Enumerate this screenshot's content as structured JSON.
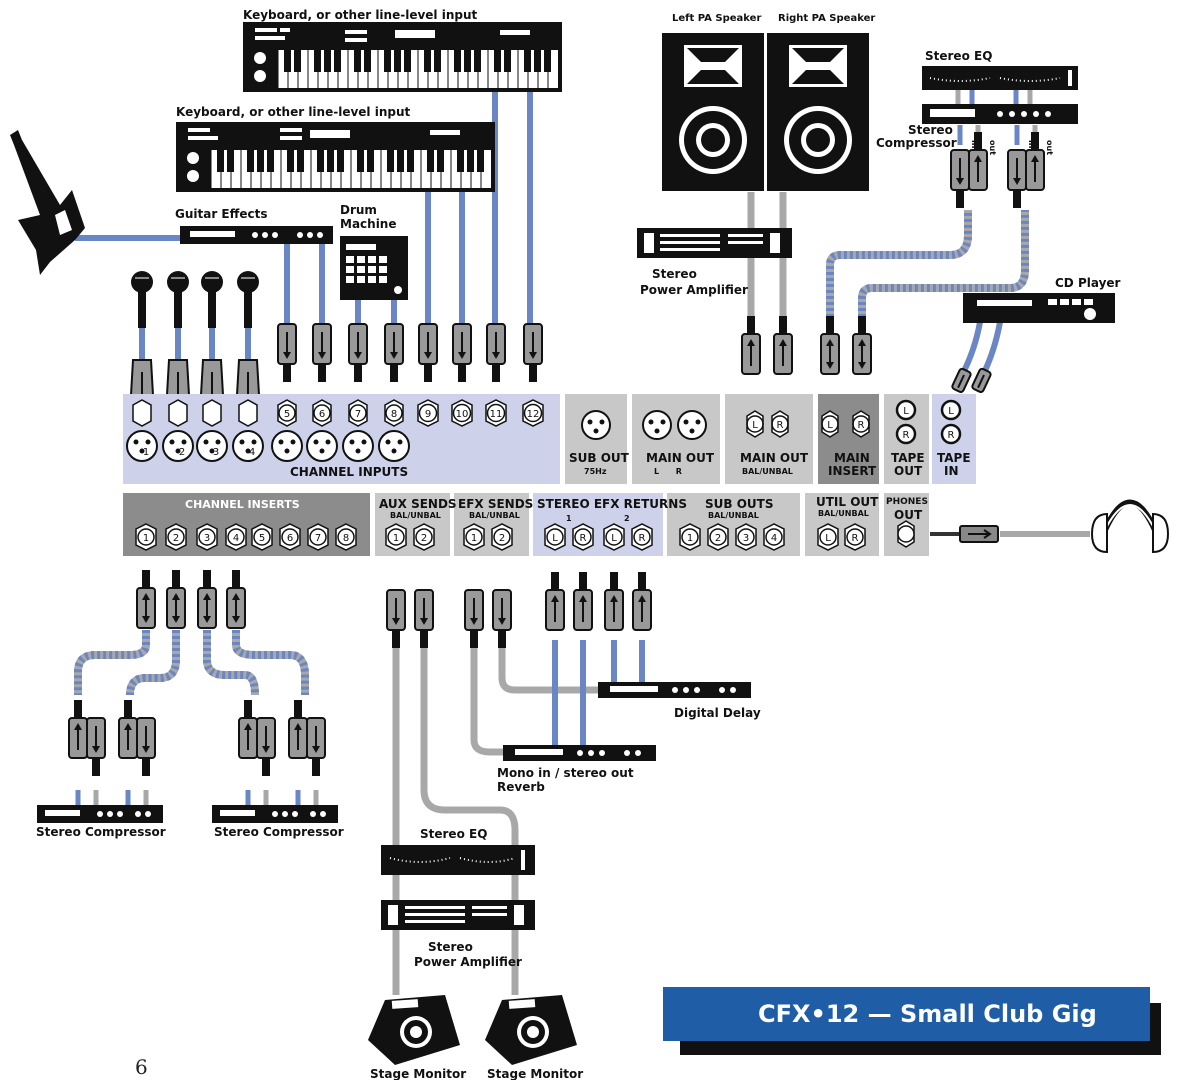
{
  "labels": {
    "keyboard_top": "Keyboard, or other line-level input",
    "keyboard_mid": "Keyboard, or other line-level input",
    "guitar_effects": "Guitar Effects",
    "drum_machine_1": "Drum",
    "drum_machine_2": "Machine",
    "left_pa": "Left PA Speaker",
    "right_pa": "Right PA Speaker",
    "stereo_eq_top": "Stereo EQ",
    "stereo_comp_top_1": "Stereo",
    "stereo_comp_top_2": "Compressor",
    "stereo_power_amp_1": "Stereo",
    "stereo_power_amp_2": "Power Amplifier",
    "cd_player": "CD Player",
    "in": "in",
    "out": "out",
    "stereo_compressor": "Stereo Compressor",
    "digital_delay": "Digital Delay",
    "reverb_1": "Mono in / stereo out",
    "reverb_2": "Reverb",
    "stereo_eq_bottom": "Stereo EQ",
    "bottom_amp_1": "Stereo",
    "bottom_amp_2": "Power Amplifier",
    "stage_monitor": "Stage Monitor"
  },
  "mixer": {
    "channel_inputs": "CHANNEL INPUTS",
    "sub_out": "SUB OUT",
    "sub_out_freq": "75Hz",
    "main_out_xlr": "MAIN OUT",
    "lr": "L      R",
    "main_out": "MAIN OUT",
    "bal_unbal": "BAL/UNBAL",
    "main_insert_1": "MAIN",
    "main_insert_2": "INSERT",
    "tape_out_1": "TAPE",
    "tape_out_2": "OUT",
    "tape_in_1": "TAPE",
    "tape_in_2": "IN",
    "channel_inserts": "CHANNEL INSERTS",
    "aux_sends": "AUX SENDS",
    "efx_sends": "EFX SENDS",
    "stereo_efx_returns": "STEREO EFX RETURNS",
    "sub_outs": "SUB OUTS",
    "util_out": "UTIL OUT",
    "phones_1": "PHONES",
    "phones_2": "OUT",
    "L": "L",
    "R": "R",
    "ret1": "1",
    "ret2": "2"
  },
  "channel_numbers": [
    "1",
    "2",
    "3",
    "4",
    "5",
    "6",
    "7",
    "8",
    "9",
    "10",
    "11",
    "12"
  ],
  "insert_numbers": [
    "1",
    "2",
    "3",
    "4",
    "5",
    "6",
    "7",
    "8"
  ],
  "two_numbers": [
    "1",
    "2"
  ],
  "sub_out_numbers": [
    "1",
    "2",
    "3",
    "4"
  ],
  "title": "CFX•12 — Small Club Gig",
  "page_number": "6",
  "colors": {
    "blue_cable": "#6b86c4",
    "gray_cable": "#a8a8a8",
    "panel_light": "#cdd2ea",
    "panel_gray": "#c8c8c8",
    "panel_dark": "#8c8c8c",
    "title_bg": "#1f5ea6"
  }
}
